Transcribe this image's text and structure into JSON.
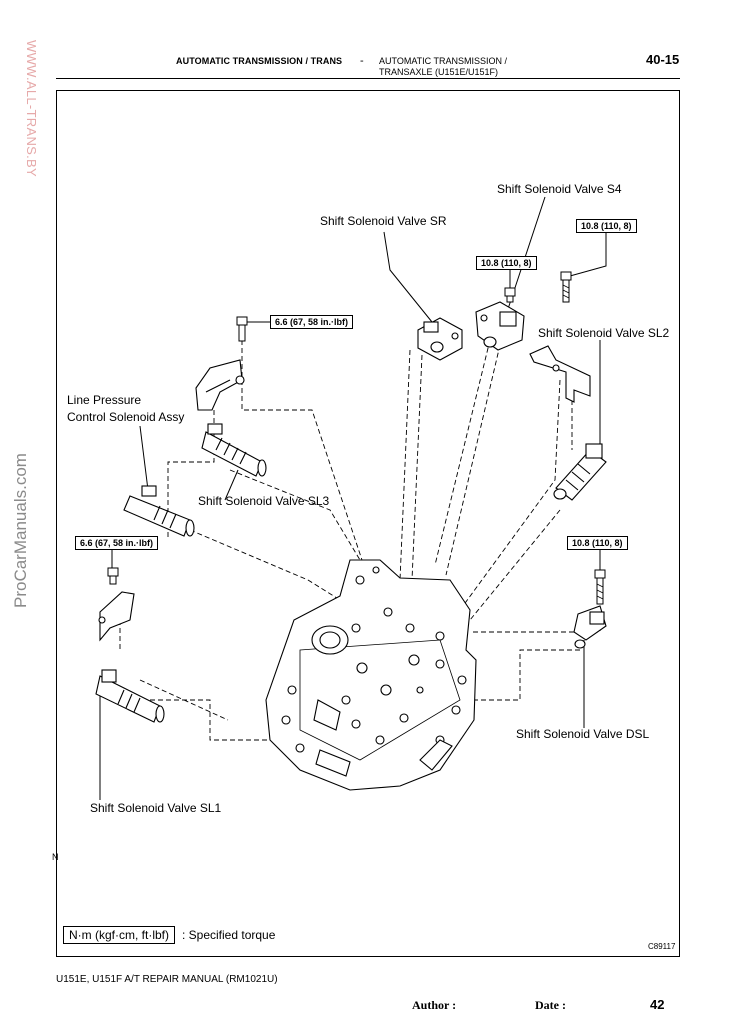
{
  "header": {
    "left_title": "AUTOMATIC TRANSMISSION / TRANS",
    "separator": "-",
    "mid_line1": "AUTOMATIC TRANSMISSION /",
    "mid_line2": "TRANSAXLE (U151E/U151F)",
    "page_number": "40-15"
  },
  "watermarks": {
    "red": "WWW.ALL-TRANS.BY",
    "gray": "ProCarManuals.com"
  },
  "labels": {
    "s4": "Shift Solenoid Valve S4",
    "sr": "Shift Solenoid Valve SR",
    "sl2": "Shift Solenoid Valve SL2",
    "line_pressure_1": "Line Pressure",
    "line_pressure_2": "Control Solenoid Assy",
    "sl3": "Shift Solenoid Valve SL3",
    "dsl": "Shift Solenoid Valve DSL",
    "sl1": "Shift Solenoid Valve SL1"
  },
  "torques": {
    "t_108_a": "10.8 (110, 8)",
    "t_108_b": "10.8 (110, 8)",
    "t_66_a": "6.6 (67, 58 in.·lbf)",
    "t_66_b": "6.6 (67, 58 in.·lbf)",
    "t_108_c": "10.8 (110, 8)"
  },
  "legend": {
    "unit": "N·m (kgf·cm, ft·lbf)",
    "text": ": Specified torque"
  },
  "markers": {
    "n_mark": "N",
    "figure_code": "C89117"
  },
  "footer": {
    "manual": "U151E, U151F A/T REPAIR MANUAL   (RM1021U)",
    "author": "Author :",
    "date": "Date :",
    "page": "42"
  }
}
